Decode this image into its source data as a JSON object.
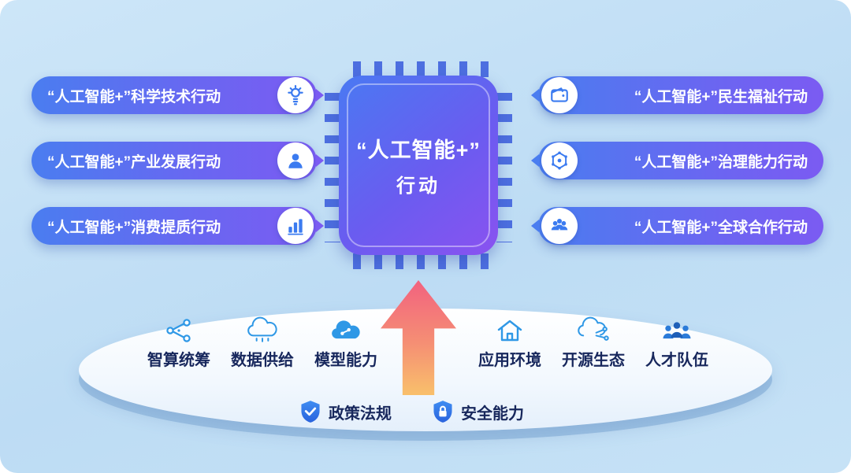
{
  "center_chip": {
    "line1": "“人工智能+”",
    "line2": "行动"
  },
  "left_actions": [
    {
      "label": "“人工智能+”科学技术行动",
      "icon": "lightbulb-icon"
    },
    {
      "label": "“人工智能+”产业发展行动",
      "icon": "industry-person-icon"
    },
    {
      "label": "“人工智能+”消费提质行动",
      "icon": "bar-chart-icon"
    }
  ],
  "right_actions": [
    {
      "label": "“人工智能+”民生福祉行动",
      "icon": "wallet-icon"
    },
    {
      "label": "“人工智能+”治理能力行动",
      "icon": "governance-network-icon"
    },
    {
      "label": "“人工智能+”全球合作行动",
      "icon": "people-group-icon"
    }
  ],
  "foundation": {
    "row1_left": [
      "智算统筹",
      "数据供给",
      "模型能力"
    ],
    "row1_right": [
      "应用环境",
      "开源生态",
      "人才队伍"
    ],
    "row2": [
      "政策法规",
      "安全能力"
    ]
  },
  "colors": {
    "background": "#bddcf4",
    "pill_gradient_start": "#4a7df0",
    "pill_gradient_end": "#7b5bf2",
    "chip_gradient_start": "#4a79f2",
    "chip_gradient_end": "#8a52f0",
    "arrow_top": "#f2627f",
    "arrow_bottom": "#f9c06b",
    "icon_blue": "#2f98e6",
    "label_dark": "#17275c"
  }
}
